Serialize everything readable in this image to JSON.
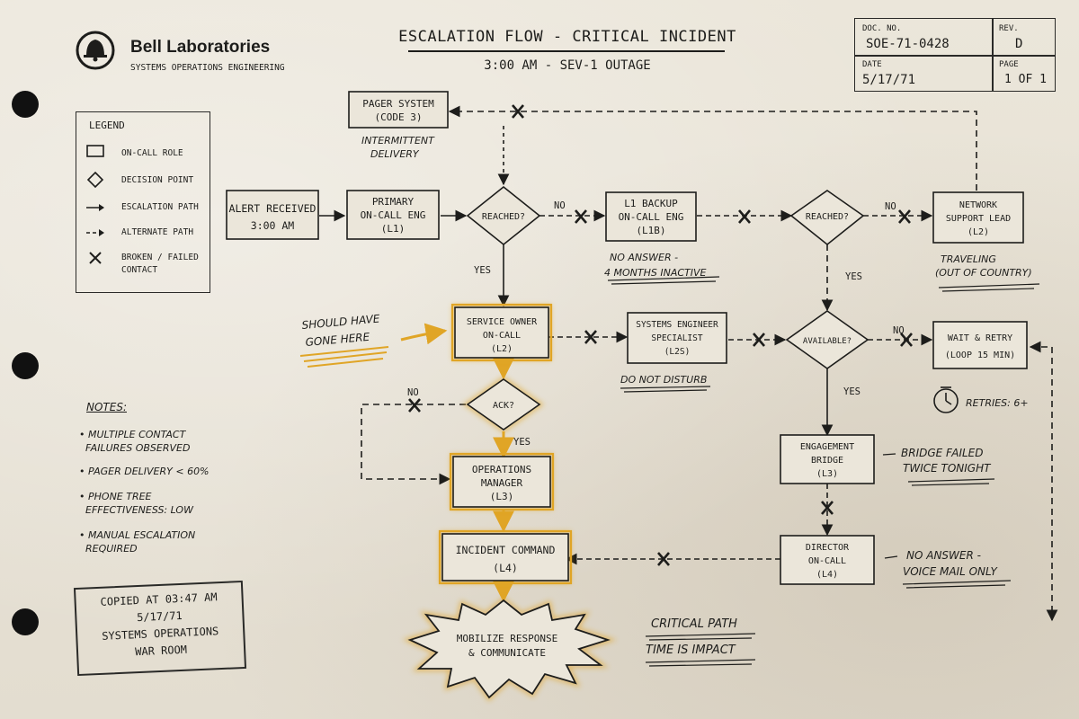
{
  "header": {
    "company": "Bell Laboratories",
    "department": "SYSTEMS OPERATIONS ENGINEERING",
    "title": "ESCALATION FLOW - CRITICAL INCIDENT",
    "subtitle": "3:00 AM - SEV-1 OUTAGE"
  },
  "doc": {
    "doc_no_label": "DOC. NO.",
    "doc_no": "SOE-71-0428",
    "rev_label": "REV.",
    "rev": "D",
    "date_label": "DATE",
    "date": "5/17/71",
    "page_label": "PAGE",
    "page": "1 OF 1"
  },
  "legend": {
    "title": "LEGEND",
    "items": [
      "ON-CALL ROLE",
      "DECISION POINT",
      "ESCALATION PATH",
      "ALTERNATE PATH",
      "BROKEN / FAILED",
      "CONTACT"
    ]
  },
  "notes": {
    "title": "NOTES:",
    "items": [
      [
        "MULTIPLE CONTACT",
        "FAILURES OBSERVED"
      ],
      [
        "PAGER DELIVERY < 60%"
      ],
      [
        "PHONE TREE",
        "EFFECTIVENESS: LOW"
      ],
      [
        "MANUAL ESCALATION",
        "REQUIRED"
      ]
    ]
  },
  "stamp": {
    "line1": "COPIED AT 03:47 AM",
    "line2": "5/17/71",
    "line3": "SYSTEMS OPERATIONS",
    "line4": "WAR ROOM"
  },
  "nodes": {
    "pager": [
      "PAGER SYSTEM",
      "(CODE 3)"
    ],
    "alert": [
      "ALERT RECEIVED",
      "3:00 AM"
    ],
    "primary": [
      "PRIMARY",
      "ON-CALL ENG",
      "(L1)"
    ],
    "reached1": "REACHED?",
    "l1backup": [
      "L1 BACKUP",
      "ON-CALL ENG",
      "(L1B)"
    ],
    "reached2": "REACHED?",
    "network": [
      "NETWORK",
      "SUPPORT LEAD",
      "(L2)"
    ],
    "service": [
      "SERVICE OWNER",
      "ON-CALL",
      "(L2)"
    ],
    "sysspec": [
      "SYSTEMS ENGINEER",
      "SPECIALIST",
      "(L2S)"
    ],
    "available": "AVAILABLE?",
    "wait": [
      "WAIT & RETRY",
      "(LOOP 15 MIN)"
    ],
    "ack": "ACK?",
    "opsmgr": [
      "OPERATIONS",
      "MANAGER",
      "(L3)"
    ],
    "bridge": [
      "ENGAGEMENT",
      "BRIDGE",
      "(L3)"
    ],
    "incident": [
      "INCIDENT COMMAND",
      "(L4)"
    ],
    "director": [
      "DIRECTOR",
      "ON-CALL",
      "(L4)"
    ],
    "mobilize": [
      "MOBILIZE RESPONSE",
      "& COMMUNICATE"
    ]
  },
  "edge_labels": {
    "no": "NO",
    "yes": "YES"
  },
  "annotations": {
    "intermittent": [
      "INTERMITTENT",
      "DELIVERY"
    ],
    "no_answer_inactive": [
      "NO ANSWER -",
      "4 MONTHS INACTIVE"
    ],
    "traveling": [
      "TRAVELING",
      "(OUT OF COUNTRY)"
    ],
    "should_have": [
      "SHOULD HAVE",
      "GONE HERE"
    ],
    "do_not_disturb": "DO NOT DISTURB",
    "retries": "RETRIES: 6+",
    "bridge_failed": [
      "BRIDGE FAILED",
      "TWICE TONIGHT"
    ],
    "no_answer_voicemail": [
      "NO ANSWER -",
      "VOICE MAIL ONLY"
    ],
    "critical_path": [
      "CRITICAL PATH",
      "TIME IS IMPACT"
    ]
  },
  "colors": {
    "ink": "#1d1d1b",
    "highlight": "#e0a526",
    "paper": "#e9e4d8"
  }
}
